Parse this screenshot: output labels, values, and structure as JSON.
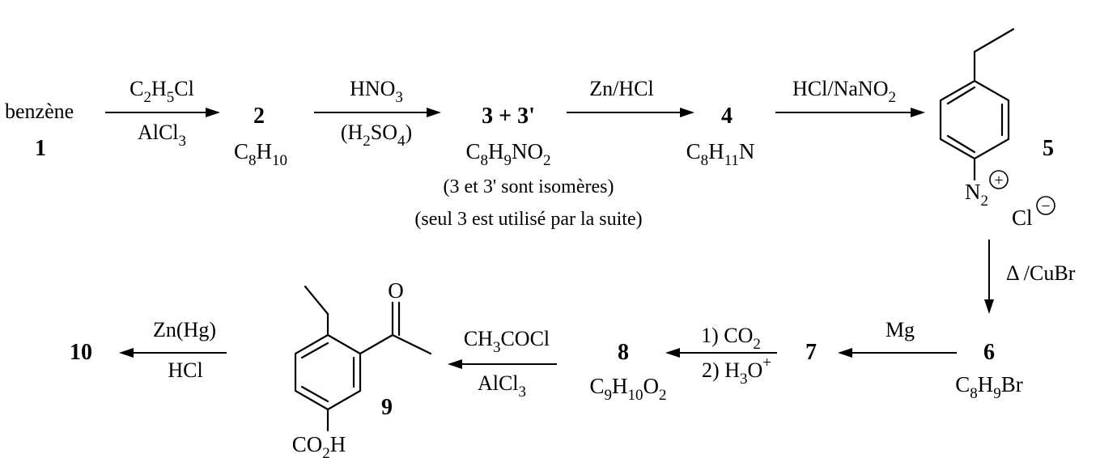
{
  "start": {
    "name": "benzène",
    "number": "1"
  },
  "step1": {
    "reagent_top": {
      "a": "C",
      "b": "H",
      "c": "Cl"
    },
    "reagent_top_sub1": "2",
    "reagent_top_sub2": "5",
    "reagent_bottom": "AlCl",
    "reagent_bottom_sub": "3"
  },
  "c2": {
    "number": "2",
    "formula_c": "C",
    "formula_c_sub": "8",
    "formula_h": "H",
    "formula_h_sub": "10"
  },
  "step2": {
    "reagent_top": "HNO",
    "reagent_top_sub": "3",
    "reagent_bottom_open": "(H",
    "reagent_bottom_sub1": "2",
    "reagent_bottom_mid": "SO",
    "reagent_bottom_sub2": "4",
    "reagent_bottom_close": ")"
  },
  "c3": {
    "number": "3 + 3'",
    "formula": {
      "c": "C",
      "c_sub": "8",
      "h": "H",
      "h_sub": "9",
      "rest": "NO",
      "rest_sub": "2"
    },
    "note1": "(3 et 3' sont isomères)",
    "note2": "(seul 3 est utilisé par la suite)"
  },
  "step3": {
    "reagent_top": "Zn/HCl"
  },
  "c4": {
    "number": "4",
    "formula": {
      "c": "C",
      "c_sub": "8",
      "h": "H",
      "h_sub": "11",
      "rest": "N"
    }
  },
  "step4": {
    "reagent_top": "HCl/NaNO",
    "reagent_top_sub": "2"
  },
  "c5": {
    "number": "5",
    "n": "N",
    "n_sub": "2",
    "plus": "+",
    "anion": "Cl",
    "minus": "−"
  },
  "step5": {
    "reagent": "Δ /CuBr"
  },
  "c6": {
    "number": "6",
    "formula": {
      "c": "C",
      "c_sub": "8",
      "h": "H",
      "h_sub": "9",
      "rest": "Br"
    }
  },
  "step6": {
    "reagent_top": "Mg"
  },
  "c7": {
    "number": "7"
  },
  "step7": {
    "reagent_top": "1) CO",
    "reagent_top_sub": "2",
    "reagent_bottom": "2) H",
    "reagent_bottom_sub": "3",
    "reagent_bottom_rest": "O",
    "reagent_bottom_sup": "+"
  },
  "c8": {
    "number": "8",
    "formula": {
      "c": "C",
      "c_sub": "9",
      "h": "H",
      "h_sub": "10",
      "rest": "O",
      "rest_sub": "2"
    }
  },
  "step8": {
    "reagent_top": "CH",
    "reagent_top_sub": "3",
    "reagent_top_rest": "COCl",
    "reagent_bottom": "AlCl",
    "reagent_bottom_sub": "3"
  },
  "c9": {
    "number": "9",
    "carbonyl_o": "O",
    "acid": "CO",
    "acid_sub": "2",
    "acid_rest": "H"
  },
  "step9": {
    "reagent_top": "Zn(Hg)",
    "reagent_bottom": "HCl"
  },
  "c10": {
    "number": "10"
  }
}
